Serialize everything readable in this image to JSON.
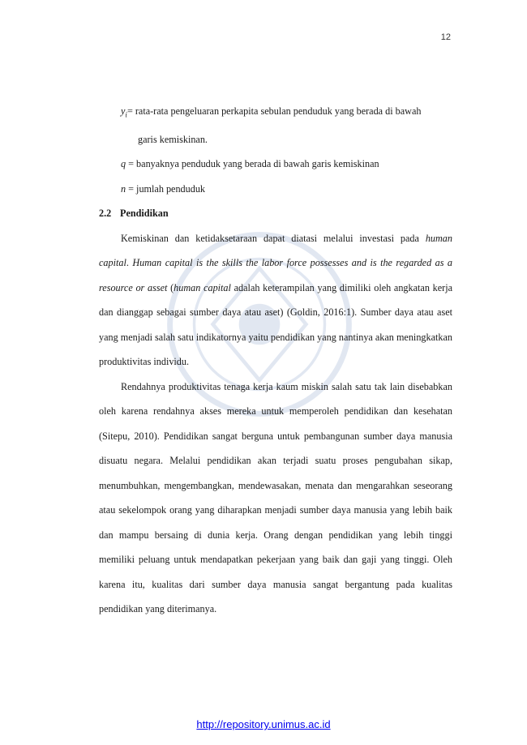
{
  "page_number": "12",
  "definitions": [
    {
      "symbol": "y",
      "subscript": "i",
      "text": "= rata-rata pengeluaran perkapita sebulan penduduk yang berada di bawah"
    },
    {
      "symbol": "",
      "subscript": "",
      "text": "garis kemiskinan."
    },
    {
      "symbol": "q",
      "subscript": "",
      "text": " = banyaknya penduduk yang berada di bawah garis kemiskinan"
    },
    {
      "symbol": "n",
      "subscript": "",
      "text": " = jumlah penduduk"
    }
  ],
  "section": {
    "number": "2.2",
    "title": "Pendidikan"
  },
  "paragraph1": {
    "t1": "Kemiskinan dan ketidaksetaraan dapat diatasi melalui investasi pada ",
    "i1": "human capital",
    "t2": ". ",
    "i2": "Human capital is the skills the labor force possesses and is the regarded as a resource or asset",
    "t3": " (",
    "i3": "human capital",
    "t4": " adalah keterampilan yang dimiliki oleh angkatan kerja dan dianggap sebagai sumber daya atau aset) (Goldin, 2016:1). Sumber daya atau aset yang menjadi salah satu indikatornya yaitu pendidikan yang nantinya akan meningkatkan produktivitas individu."
  },
  "paragraph2": "Rendahnya produktivitas tenaga kerja kaum miskin salah satu tak lain disebabkan oleh karena rendahnya akses mereka untuk memperoleh pendidikan dan kesehatan  (Sitepu, 2010). Pendidikan sangat berguna untuk pembangunan sumber daya manusia disuatu negara. Melalui pendidikan akan terjadi suatu proses pengubahan sikap, menumbuhkan, mengembangkan, mendewasakan, menata dan mengarahkan seseorang atau sekelompok orang yang diharapkan menjadi sumber daya manusia yang lebih baik dan mampu bersaing di dunia kerja. Orang dengan pendidikan yang lebih tinggi memiliki peluang untuk mendapatkan pekerjaan yang baik dan gaji yang tinggi. Oleh karena itu,  kualitas dari sumber daya manusia sangat bergantung pada kualitas pendidikan yang diterimanya.",
  "footer_link": "http://repository.unimus.ac.id",
  "colors": {
    "link": "#0000ee",
    "watermark": "#1f4e9c"
  }
}
